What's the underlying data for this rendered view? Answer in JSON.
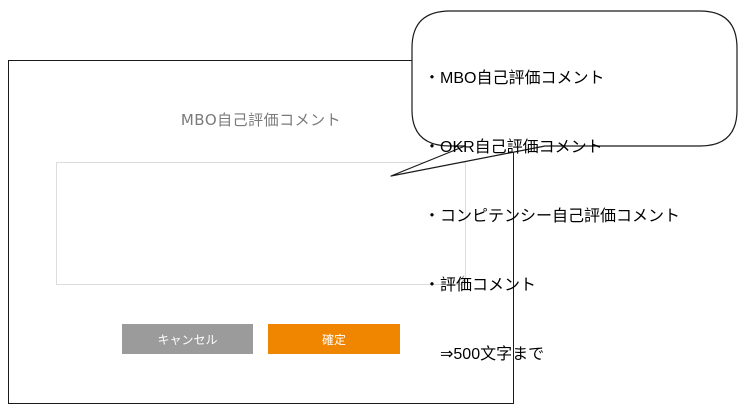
{
  "dialog": {
    "title": "MBO自己評価コメント",
    "textarea_value": "",
    "cancel_label": "キャンセル",
    "confirm_label": "確定"
  },
  "callout": {
    "lines": [
      "・MBO自己評価コメント",
      "・OKR自己評価コメント",
      "・コンピテンシー自己評価コメント",
      "・評価コメント",
      "　⇒500文字まで"
    ]
  }
}
